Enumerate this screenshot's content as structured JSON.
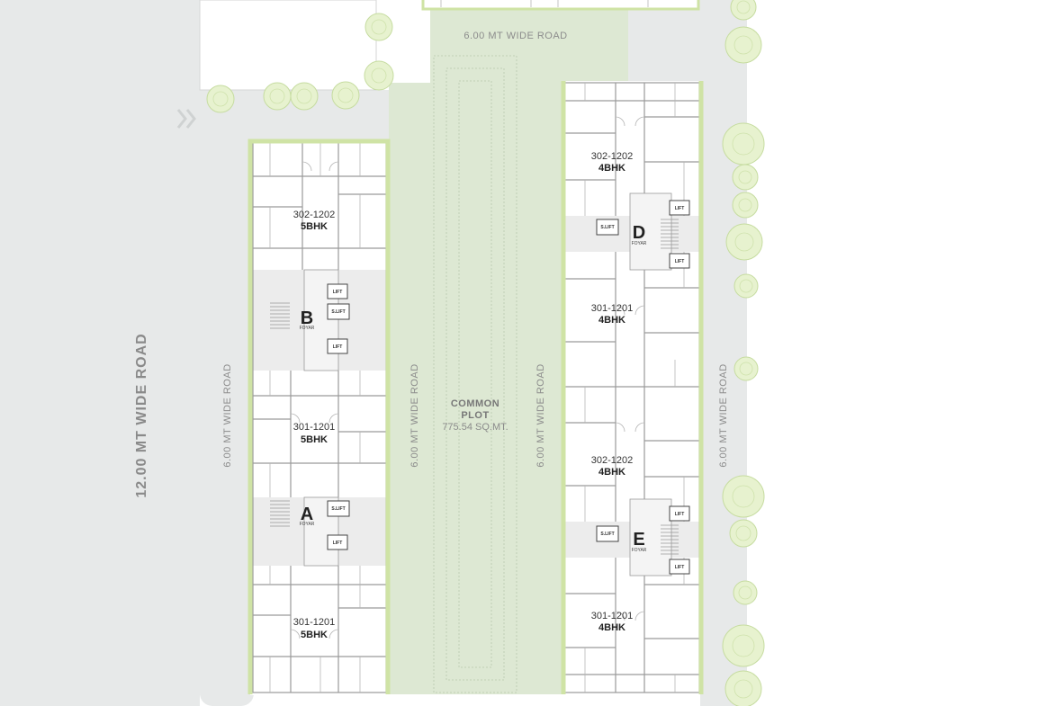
{
  "colors": {
    "road": "#e7e9e9",
    "green_space": "#dde8d3",
    "building_border": "#cfe3a5",
    "tree": "#e7f2cf"
  },
  "roads": {
    "main_road": "12.00 MT WIDE ROAD",
    "top_road": "6.00 MT WIDE ROAD",
    "left_side": "6.00 MT WIDE ROAD",
    "center_left": "6.00 MT WIDE ROAD",
    "center_right": "6.00 MT WIDE ROAD",
    "right_side": "6.00 MT WIDE ROAD"
  },
  "common_plot": {
    "title_line1": "COMMON",
    "title_line2": "PLOT",
    "area": "775.54 SQ.MT."
  },
  "towers": [
    {
      "id": "B",
      "foyer": "FOYAR",
      "lift": "LIFT",
      "service_lift": "S.LIFT",
      "units": [
        {
          "number": "302-1202",
          "type": "5BHK"
        },
        {
          "number": "301-1201",
          "type": "5BHK"
        }
      ]
    },
    {
      "id": "A",
      "foyer": "FOYAR",
      "lift": "LIFT",
      "service_lift": "S.LIFT",
      "units": [
        {
          "number": "301-1201",
          "type": "5BHK"
        }
      ]
    },
    {
      "id": "D",
      "foyer": "FOYAR",
      "lift": "LIFT",
      "service_lift": "S.LIFT",
      "units": [
        {
          "number": "302-1202",
          "type": "4BHK"
        },
        {
          "number": "301-1201",
          "type": "4BHK"
        }
      ]
    },
    {
      "id": "E",
      "foyer": "FOYAR",
      "lift": "LIFT",
      "service_lift": "S.LIFT",
      "units": [
        {
          "number": "302-1202",
          "type": "4BHK"
        },
        {
          "number": "301-1201",
          "type": "4BHK"
        }
      ]
    }
  ]
}
